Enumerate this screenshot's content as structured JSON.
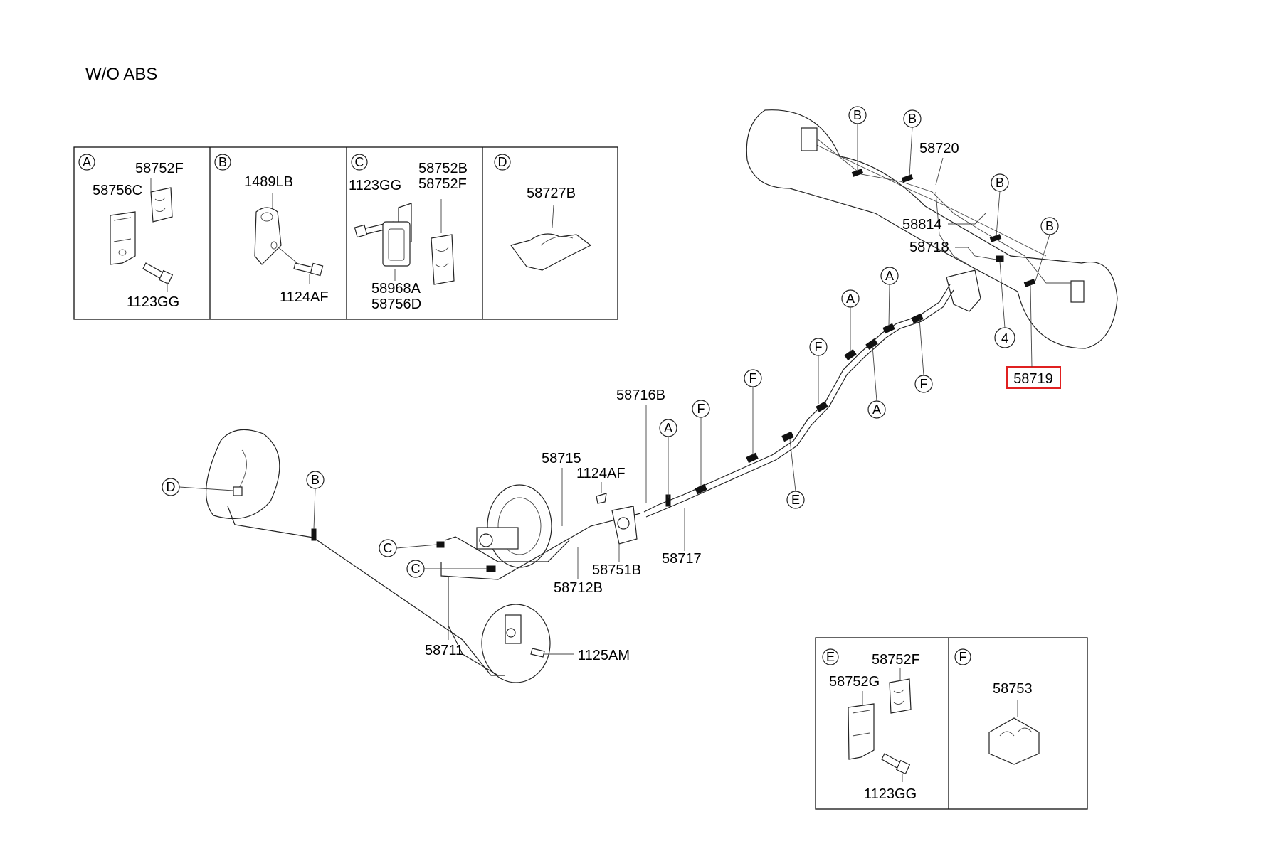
{
  "title": "W/O  ABS",
  "insets_top": [
    {
      "letter": "A",
      "labels": [
        "58752F",
        "58756C",
        "1123GG"
      ]
    },
    {
      "letter": "B",
      "labels": [
        "1489LB",
        "1124AF"
      ]
    },
    {
      "letter": "C",
      "labels": [
        "1123GG",
        "58752B",
        "58752F",
        "58968A",
        "58756D"
      ]
    },
    {
      "letter": "D",
      "labels": [
        "58727B"
      ]
    }
  ],
  "insets_bottom": [
    {
      "letter": "E",
      "labels": [
        "58752F",
        "58752G",
        "1123GG"
      ]
    },
    {
      "letter": "F",
      "labels": [
        "58753"
      ]
    }
  ],
  "parts": {
    "p58720": "58720",
    "p58814": "58814",
    "p58718": "58718",
    "p58719": "58719",
    "p58716B": "58716B",
    "p58715": "58715",
    "p1124AF": "1124AF",
    "p58751B": "58751B",
    "p58717": "58717",
    "p58712B": "58712B",
    "p58711": "58711",
    "p1125AM": "1125AM"
  },
  "callouts": {
    "A": "A",
    "B": "B",
    "C": "C",
    "D": "D",
    "E": "E",
    "F": "F",
    "n4": "4"
  },
  "highlight_color": "#e02020"
}
